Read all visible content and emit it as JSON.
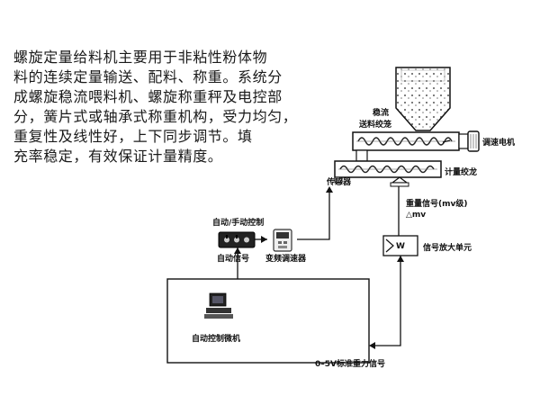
{
  "intro": {
    "lines": [
      "螺旋定量给料机主要用于非粘性粉体物",
      "料的连续定量输送、配料、称重。系统分",
      "成螺旋稳流喂料机、螺旋称重秤及电控部",
      "分，簧片式或轴承式称重机构，受力均匀，",
      "重复性及线性好，上下同步调节。填",
      "充率稳定，有效保证计量精度。"
    ]
  },
  "diagram": {
    "stable_flow": "稳流",
    "feed_screw": "送料绞笼",
    "speed_motor": "调速电机",
    "metering_screw": "计量绞龙",
    "sensor": "传感器",
    "weight_signal": "重量信号(mv级)",
    "delta_mv": "△mv",
    "amp_symbol": "W",
    "amp_unit": "信号放大单元",
    "auto_manual": "自动/手动控制",
    "auto_signal": "自动信号",
    "vfd": "变频调速器",
    "computer": "自动控制微机",
    "std_signal": "0–5V标准重力信号"
  }
}
